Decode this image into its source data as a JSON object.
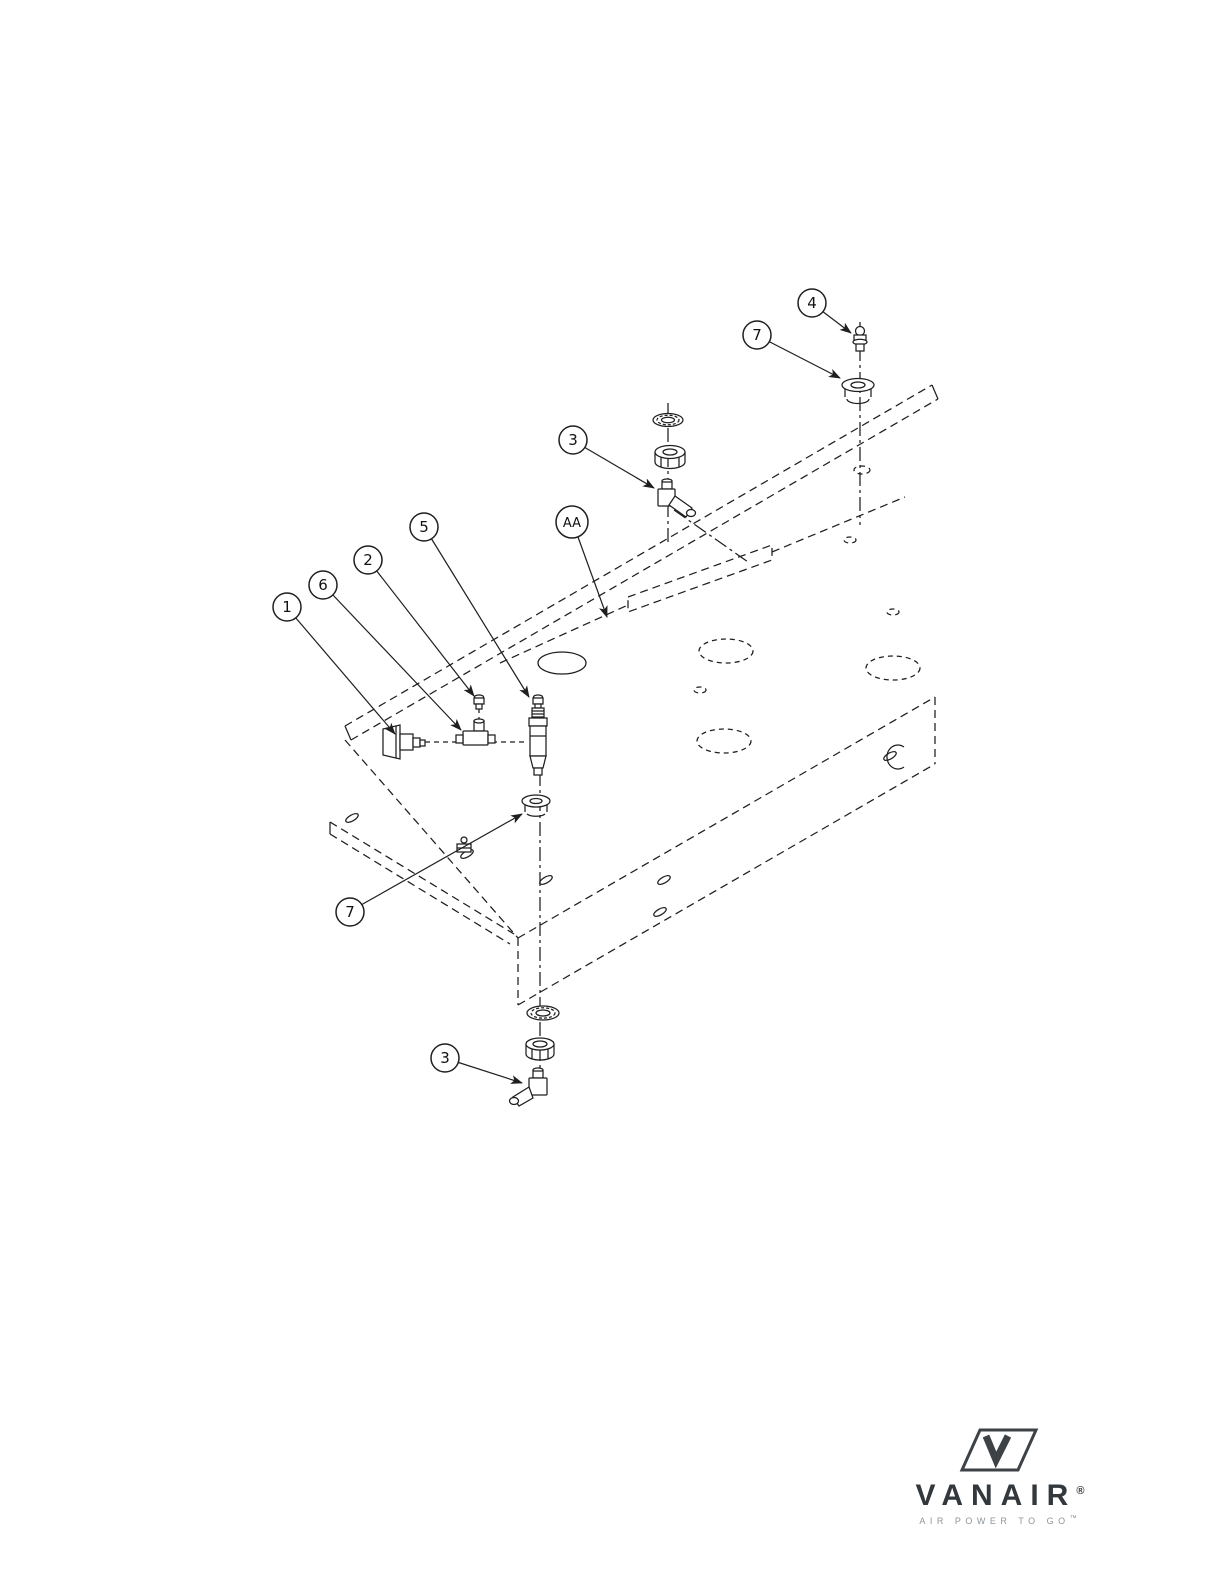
{
  "diagram": {
    "callouts": [
      {
        "label": "4"
      },
      {
        "label": "7"
      },
      {
        "label": "3"
      },
      {
        "label": "AA"
      },
      {
        "label": "5"
      },
      {
        "label": "2"
      },
      {
        "label": "6"
      },
      {
        "label": "1"
      },
      {
        "label": "7"
      },
      {
        "label": "3"
      }
    ]
  },
  "logo": {
    "brand": "VANAIR",
    "registered": "®",
    "tagline": "AIR POWER TO GO",
    "trademark": "™"
  },
  "colors": {
    "line": "#1f1f1f",
    "logo_dark": "#33383d",
    "logo_gray": "#8d959b"
  }
}
